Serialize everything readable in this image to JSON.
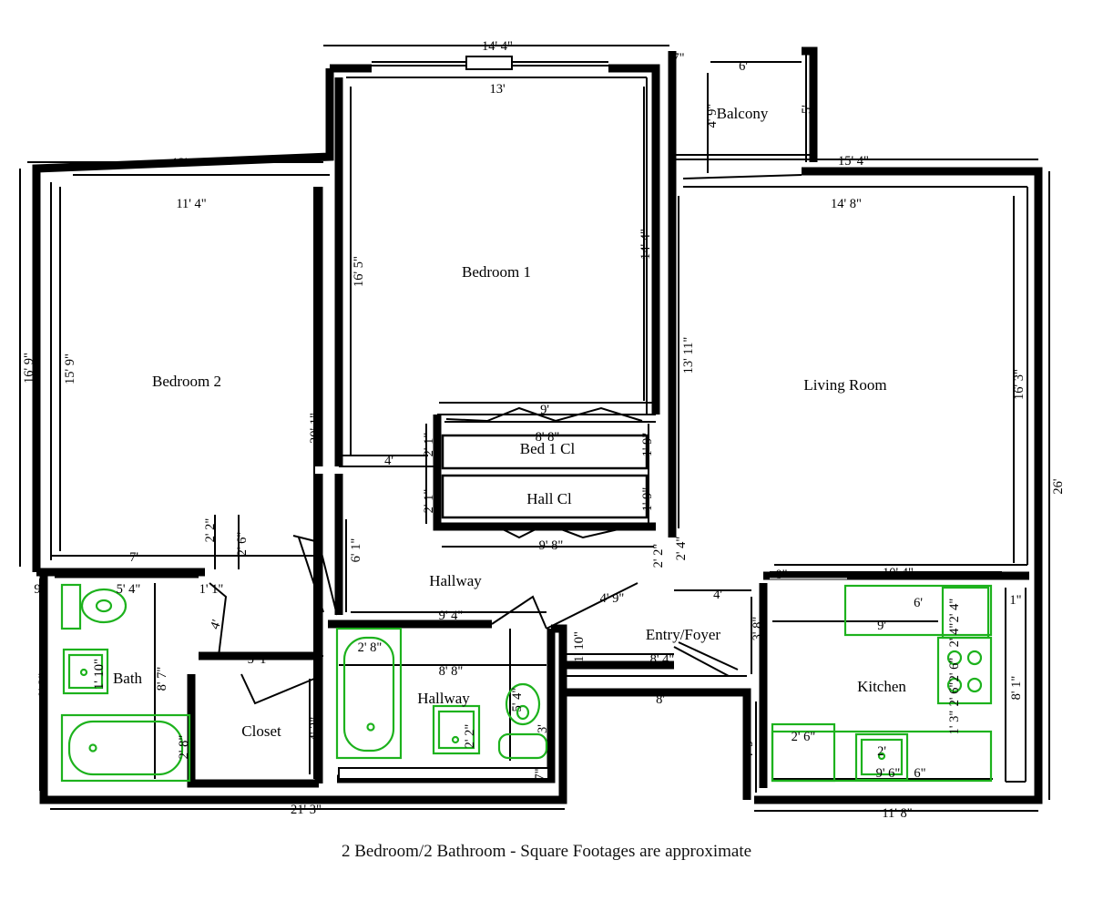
{
  "rooms": {
    "bedroom_1": "Bedroom 1",
    "bedroom_2": "Bedroom 2",
    "living_room": "Living Room",
    "balcony": "Balcony",
    "bed1_closet": "Bed 1 Cl",
    "hall_closet": "Hall Cl",
    "hallway_main": "Hallway",
    "hallway_bath": "Hallway",
    "bath": "Bath",
    "closet": "Closet",
    "entry_foyer": "Entry/Foyer",
    "kitchen": "Kitchen"
  },
  "dimensions": {
    "bed1_top_outer": "14' 4\"",
    "bed1_top_inner": "13'",
    "bed1_left": "16' 5\"",
    "bed1_right": "14' 4\"",
    "balcony_top": "6'",
    "balcony_left": "4' 9\"",
    "balcony_right": "5'",
    "balcony_tick": "7\"",
    "bed2_top_outer": "12'",
    "bed2_top_inner": "11' 4\"",
    "bed2_left_outer": "16' 9\"",
    "bed2_left_inner": "15' 9\"",
    "bed2_right": "20' 1\"",
    "bed2_bottom": "7'",
    "bed2_small_a": "2' 2\"",
    "bed2_small_b": "2' 6\"",
    "living_top_outer": "15' 4\"",
    "living_top_inner": "14' 8\"",
    "living_left": "13' 11\"",
    "living_right": "16' 3\"",
    "overall_right": "26'",
    "closet_row_top": "9'",
    "bed1cl_width": "8' 8\"",
    "bed1cl_left": "2' 1\"",
    "bed1cl_right": "1' 9\"",
    "hallcl_left": "2' 1\"",
    "hallcl_right": "1' 9\"",
    "hallcl_bottom": "9' 8\"",
    "bed1_hall_4": "4'",
    "hall_left": "6' 1\"",
    "hall_bottom": "9' 4\"",
    "hall_diag": "4' 9\"",
    "entry_a": "2' 2\"",
    "entry_b": "2' 4\"",
    "entry_4": "4'",
    "entry_width": "8' 4\"",
    "entry_small": "1' 10\"",
    "entry_kitchen": "3' 8\"",
    "foyer_bottom": "8'",
    "bath_left_9": "9\"",
    "bath_top": "5' 4\"",
    "bath_small_1": "1' 1\"",
    "bath_diag": "4'",
    "bath_sink": "1' 10\"",
    "bath_height": "8' 7\"",
    "bath_left_outer": "9' 3\"",
    "bath_tub": "2' 8\"",
    "closet_top": "5' 1\"",
    "closet_right": "4' 3\"",
    "bath2_tub": "2' 8\"",
    "bath2_width": "8' 8\"",
    "bath2_sink": "2' 2\"",
    "bath2_toilet": "5' 4\"",
    "bath2_toilet_b": "3'",
    "bath2_small": "7\"",
    "kitchen_top": "10' 4\"",
    "kitchen_zero": "0\"",
    "kitchen_counter_top": "6'",
    "kitchen_9": "9'",
    "kitchen_2_4": "2' 4\"",
    "kitchen_2_4b": "2' 4\"",
    "kitchen_1": "1\"",
    "kitchen_stove": "2' 6\"",
    "kitchen_stove_b": "2' 6\"",
    "kitchen_1_3": "1' 3\"",
    "kitchen_right": "8' 1\"",
    "kitchen_left": "4' 9\"",
    "kitchen_counter_left": "2' 6\"",
    "kitchen_sink": "2'",
    "kitchen_bottom_a": "9' 6\"",
    "kitchen_bottom_b": "6\"",
    "kitchen_outer": "11' 8\"",
    "overall_bottom": "21' 3\""
  },
  "caption": "2 Bedroom/2 Bathroom - Square Footages are approximate",
  "colors": {
    "walls": "#000000",
    "fixtures": "#1db21d",
    "background": "#ffffff"
  }
}
